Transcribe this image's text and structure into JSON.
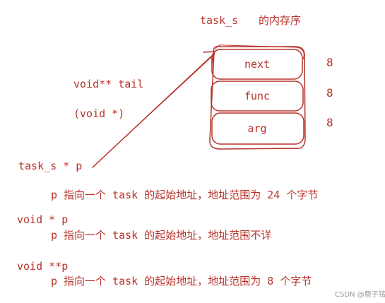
{
  "title": {
    "struct_name": "task_s",
    "suffix": "的内存序"
  },
  "memory_layout": {
    "fields": [
      {
        "name": "next",
        "size": "8"
      },
      {
        "name": "func",
        "size": "8"
      },
      {
        "name": "arg",
        "size": "8"
      }
    ]
  },
  "annotations": {
    "tail": "void** tail",
    "cast": "(void *)",
    "pointer": "task_s * p"
  },
  "explanations": [
    {
      "declaration": "",
      "description": "p 指向一个 task 的起始地址，地址范围为 24 个字节"
    },
    {
      "declaration": "void * p",
      "description": "p 指向一个 task 的起始地址，地址范围不详"
    },
    {
      "declaration": "void **p",
      "description": "p 指向一个 task 的起始地址，地址范围为 8 个字节"
    }
  ],
  "watermark": "CSDN @鹿子铭",
  "colors": {
    "ink": "#b8322a",
    "background": "#ffffff",
    "watermark": "#9a9a9a"
  }
}
